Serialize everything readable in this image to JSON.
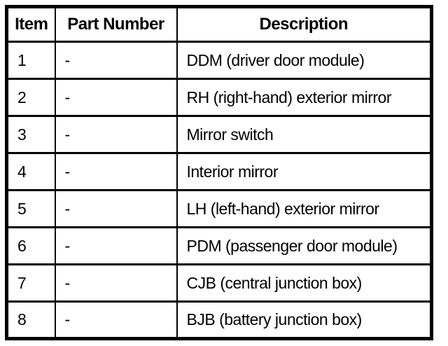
{
  "colors": {
    "background": "#ffffff",
    "border": "#000000",
    "text": "#000000"
  },
  "table": {
    "headers": {
      "item": "Item",
      "part_number": "Part Number",
      "description": "Description"
    },
    "rows": [
      {
        "item": "1",
        "part_number": "-",
        "description": "DDM (driver door module)"
      },
      {
        "item": "2",
        "part_number": "-",
        "description": "RH (right-hand) exterior mirror"
      },
      {
        "item": "3",
        "part_number": "-",
        "description": "Mirror switch"
      },
      {
        "item": "4",
        "part_number": "-",
        "description": "Interior mirror"
      },
      {
        "item": "5",
        "part_number": "-",
        "description": "LH (left-hand) exterior mirror"
      },
      {
        "item": "6",
        "part_number": "-",
        "description": "PDM (passenger door module)"
      },
      {
        "item": "7",
        "part_number": "-",
        "description": "CJB (central junction box)"
      },
      {
        "item": "8",
        "part_number": "-",
        "description": "BJB (battery junction box)"
      }
    ]
  }
}
